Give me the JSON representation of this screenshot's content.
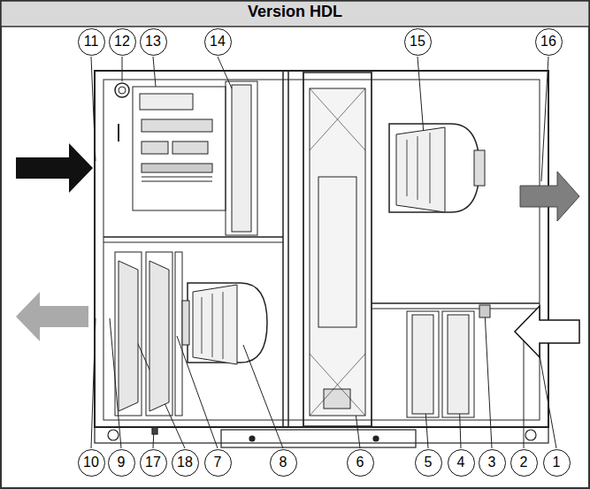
{
  "diagram": {
    "title": "Version HDL",
    "nodes": [
      {
        "text": [
          "11"
        ]
      },
      {
        "text": [
          "12"
        ]
      },
      {
        "text": [
          "13"
        ]
      },
      {
        "text": [
          "14"
        ]
      },
      {
        "text": [
          "15"
        ]
      },
      {
        "text": [
          "16"
        ]
      },
      {
        "text": [
          "10"
        ]
      },
      {
        "text": [
          "9"
        ]
      },
      {
        "text": [
          "17"
        ]
      },
      {
        "text": [
          "18"
        ]
      },
      {
        "text": [
          "7"
        ]
      },
      {
        "text": [
          "8"
        ]
      },
      {
        "text": [
          "6"
        ]
      },
      {
        "text": [
          "5"
        ]
      },
      {
        "text": [
          "4"
        ]
      },
      {
        "text": [
          "3"
        ]
      },
      {
        "text": [
          "2"
        ]
      },
      {
        "text": [
          "1"
        ]
      }
    ]
  }
}
